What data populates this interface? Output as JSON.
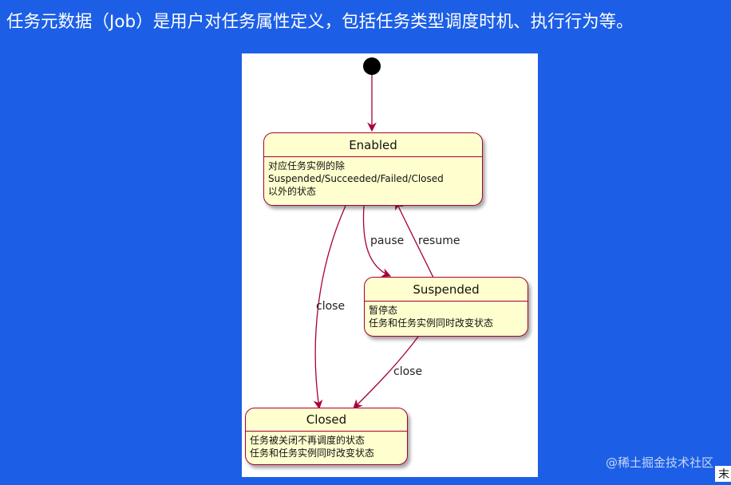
{
  "title": "任务元数据（Job）是用户对任务属性定义，包括任务类型调度时机、执行行为等。",
  "diagram": {
    "states": {
      "enabled": {
        "name": "Enabled",
        "desc": [
          "对应任务实例的除",
          "Suspended/Succeeded/Failed/Closed",
          "以外的状态"
        ]
      },
      "suspended": {
        "name": "Suspended",
        "desc": [
          "暂停态",
          "任务和任务实例同时改变状态"
        ]
      },
      "closed": {
        "name": "Closed",
        "desc": [
          "任务被关闭不再调度的状态",
          "任务和任务实例同时改变状态"
        ]
      }
    },
    "transitions": {
      "pause": "pause",
      "resume": "resume",
      "close_from_enabled": "close",
      "close_from_suspended": "close"
    }
  },
  "colors": {
    "background": "#1c5fe6",
    "state_fill": "#fefece",
    "state_border": "#a80036",
    "arrow": "#a80036"
  },
  "watermark": "@稀土掘金技术社区",
  "corner_text": "末"
}
